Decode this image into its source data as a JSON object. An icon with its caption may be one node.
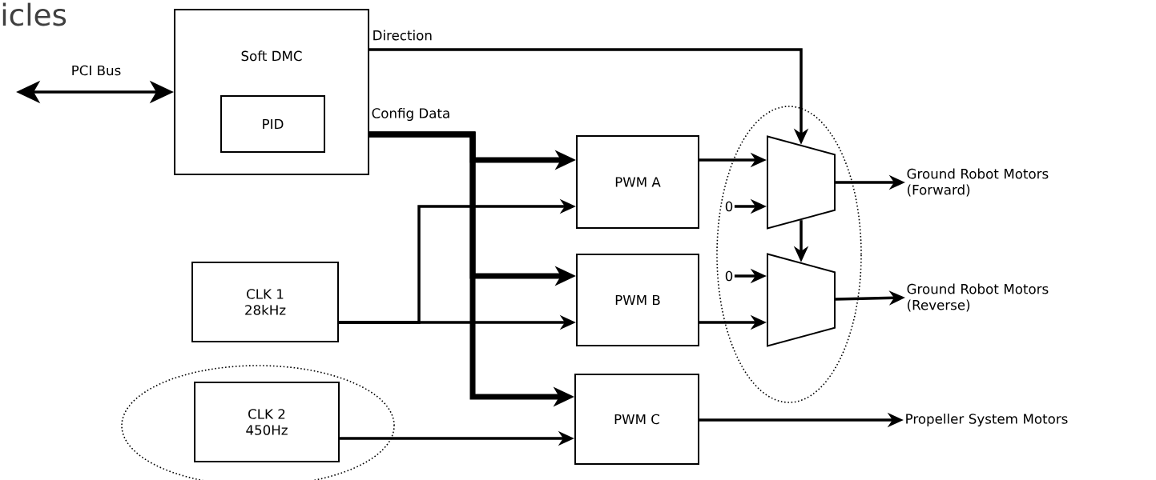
{
  "diagram": {
    "nodes": [
      {
        "text": [
          "Soft DMC"
        ]
      },
      {
        "text": [
          "PID"
        ],
        "in": 0
      },
      {
        "text": [
          "PWM A"
        ]
      },
      {
        "text": [
          "CLK 1",
          "28kHz"
        ]
      },
      {
        "text": [
          "PWM B"
        ]
      },
      {
        "text": [],
        "shape": "ellipse"
      },
      {
        "text": [
          "CLK 2",
          "450Hz"
        ],
        "in": 5
      },
      {
        "text": [
          "PWM C"
        ]
      },
      {
        "text": [],
        "shape": "ellipse"
      },
      {
        "text": [
          "0"
        ],
        "in": 8
      },
      {
        "text": [],
        "shape": "trapezoid",
        "in": 8
      },
      {
        "text": [
          "0"
        ],
        "in": 8
      },
      {
        "text": [],
        "shape": "trapezoid",
        "in": 8
      },
      {
        "text": [
          "Ground Robot Motors (Forward)"
        ]
      },
      {
        "text": [
          "Ground Robot Motors (Reverse)"
        ]
      },
      {
        "text": [
          "Propeller System Motors"
        ]
      }
    ],
    "edges": [
      {
        "from": null,
        "to": 0,
        "arrow": "both",
        "label": "PCI Bus"
      },
      {
        "from": 0,
        "to": 10,
        "arrow": "to",
        "label": "Direction"
      },
      {
        "from": 0,
        "to": 2,
        "arrow": "to",
        "label": "Config Data",
        "style": "thick"
      },
      {
        "from": 0,
        "to": 4,
        "arrow": "to",
        "style": "thick"
      },
      {
        "from": 0,
        "to": 7,
        "arrow": "to",
        "style": "thick"
      },
      {
        "from": 3,
        "to": 2,
        "arrow": "to"
      },
      {
        "from": 3,
        "to": 4,
        "arrow": "to"
      },
      {
        "from": 6,
        "to": 7,
        "arrow": "to"
      },
      {
        "from": 2,
        "to": 10,
        "arrow": "to"
      },
      {
        "from": 9,
        "to": 10,
        "arrow": "to"
      },
      {
        "from": 10,
        "to": 12,
        "arrow": "to"
      },
      {
        "from": 11,
        "to": 12,
        "arrow": "to"
      },
      {
        "from": 4,
        "to": 12,
        "arrow": "to"
      },
      {
        "from": 10,
        "to": 13,
        "arrow": "to"
      },
      {
        "from": 12,
        "to": 14,
        "arrow": "to"
      },
      {
        "from": 7,
        "to": 15,
        "arrow": "to"
      }
    ],
    "labels": [
      "icles"
    ]
  }
}
